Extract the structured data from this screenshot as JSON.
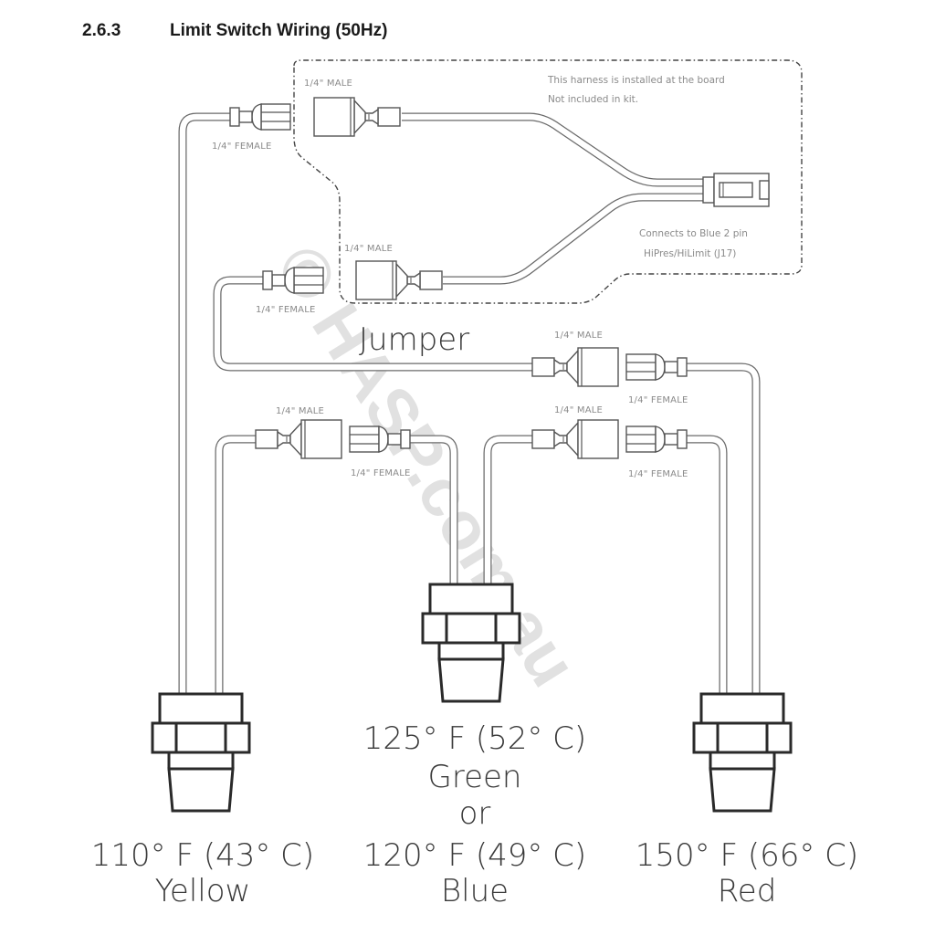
{
  "section": {
    "number": "2.6.3",
    "title": "Limit Switch Wiring (50Hz)"
  },
  "harness": {
    "note_line1": "This harness is installed at the board",
    "note_line2": "Not included in kit.",
    "connects_line1": "Connects to Blue 2 pin",
    "connects_line2": "HiPres/HiLimit (J17)"
  },
  "jumper_label": "Jumper",
  "connector_labels": {
    "male": "1/4\" MALE",
    "female": "1/4\" FEMALE"
  },
  "switches": [
    {
      "temp": "110° F (43° C)",
      "color": "Yellow"
    },
    {
      "temp_alt": "125° F (52° C)",
      "color_alt": "Green",
      "or": "or",
      "temp": "120° F (49° C)",
      "color": "Blue"
    },
    {
      "temp": "150° F (66° C)",
      "color": "Red"
    }
  ],
  "watermark": "© HASP.com.au"
}
